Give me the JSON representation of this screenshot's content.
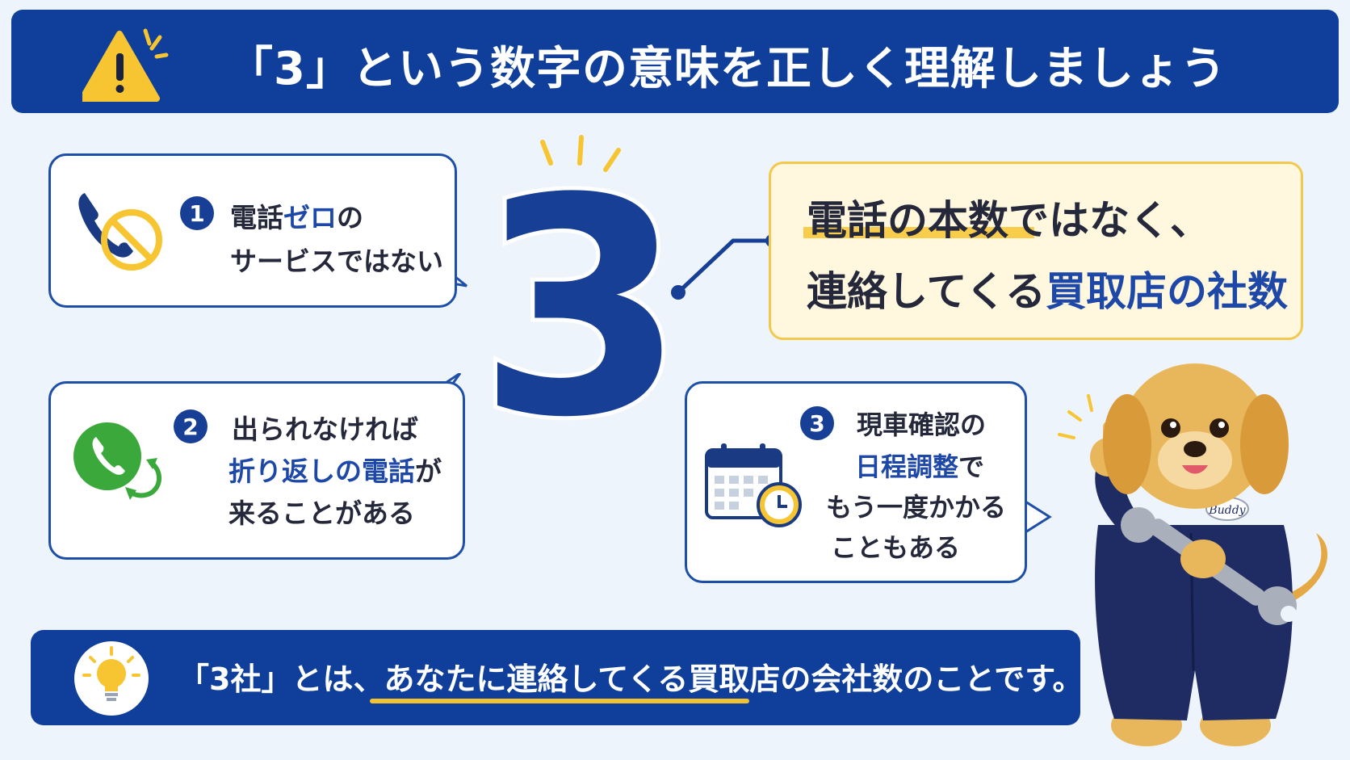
{
  "header": {
    "title": "「3」という数字の意味を正しく理解しましょう",
    "icon": "warning-triangle-icon"
  },
  "big_number": "3",
  "points": [
    {
      "number": "1",
      "lines": [
        "電話",
        "ゼロ",
        "の"
      ],
      "line2": "サービスではない",
      "icon": "phone-prohibited-icon"
    },
    {
      "number": "2",
      "line1": "出られなければ",
      "line2_highlight": "折り返しの電話",
      "line2_rest": "が",
      "line3": "来ることがある",
      "icon": "callback-phone-icon"
    },
    {
      "number": "3",
      "line1": "現車確認の",
      "line2_highlight": "日程調整",
      "line2_rest": "で",
      "line3": "もう一度かかる",
      "line4": "こともある",
      "icon": "calendar-clock-icon"
    }
  ],
  "explanation": {
    "line1_highlight": "電話の本数",
    "line1_rest": "ではなく、",
    "line2_start": "連絡してくる",
    "line2_highlight": "買取店の社数"
  },
  "footer": {
    "text": "「3社」とは、あなたに連絡してくる買取店の会社数のことです。",
    "icon": "lightbulb-icon"
  },
  "mascot": {
    "badge": "Buddy"
  },
  "colors": {
    "navy": "#0f3f9a",
    "accent_blue": "#1d48a8",
    "yellow": "#f2c94c",
    "green": "#3aa83a",
    "background": "#eef4fb"
  }
}
